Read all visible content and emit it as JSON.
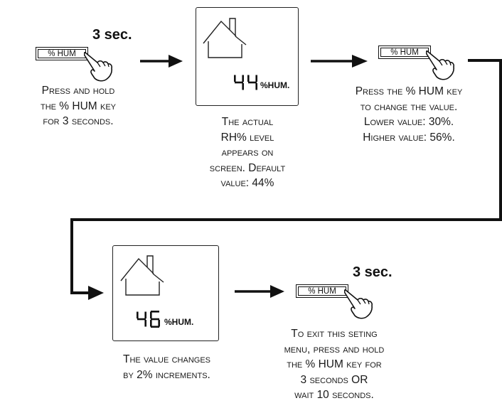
{
  "step1": {
    "duration": "3 sec.",
    "key_label": "% HUM",
    "caption": "Press and hold\nthe % HUM key\nfor 3 seconds."
  },
  "step2": {
    "display_value": "44",
    "display_unit": "%HUM.",
    "caption": "The actual\nRH% level\nappears on\nscreen. Default\nvalue: 44%"
  },
  "step3": {
    "key_label": "% HUM",
    "caption": "Press the % HUM key\nto change the value.\nLower value: 30%.\nHigher value: 56%."
  },
  "step4": {
    "display_value": "46",
    "display_unit": "%HUM.",
    "caption": "The value changes\nby 2% increments."
  },
  "step5": {
    "duration": "3 sec.",
    "key_label": "% HUM",
    "caption": "To exit this seting\nmenu, press and hold\nthe % HUM key for\n3 seconds OR\nwait 10 seconds."
  },
  "icons": {
    "hand": "pointing-hand-icon",
    "house": "house-icon",
    "arrow": "right-arrow-icon"
  },
  "colors": {
    "ink": "#111111",
    "background": "#ffffff"
  }
}
